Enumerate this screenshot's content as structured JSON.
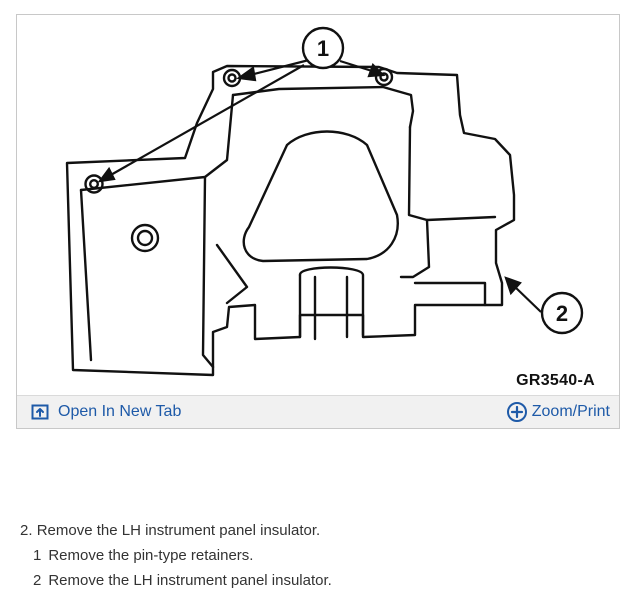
{
  "figure": {
    "code": "GR3540-A",
    "callouts": [
      "1",
      "2"
    ]
  },
  "toolbar": {
    "open_tab_label": "Open In New Tab",
    "zoom_print_label": "Zoom/Print"
  },
  "icons": {
    "open_tab": "open-in-new-tab-icon",
    "zoom": "zoom-plus-icon"
  },
  "colors": {
    "link": "#1e5aa8",
    "toolbar_bg": "#f1f1f1",
    "text": "#333333"
  },
  "instructions": {
    "main": {
      "number": "2.",
      "text": "Remove the LH instrument panel insulator."
    },
    "substeps": [
      {
        "number": "1",
        "text": "Remove the pin-type retainers."
      },
      {
        "number": "2",
        "text": "Remove the LH instrument panel insulator."
      }
    ]
  }
}
